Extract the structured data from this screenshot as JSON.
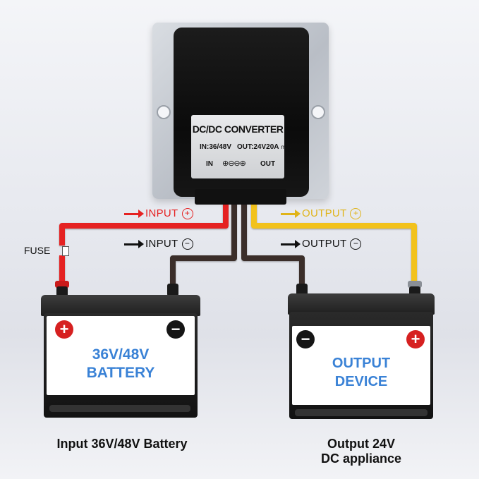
{
  "converter": {
    "title": "DC/DC CONVERTER",
    "in_spec": "IN:36/48V",
    "out_spec": "OUT:24V20A",
    "max": "max",
    "in": "IN",
    "terminals": "⊕⊖⊖⊕",
    "out": "OUT"
  },
  "labels": {
    "input_pos": "INPUT",
    "input_neg": "INPUT",
    "output_pos": "OUTPUT",
    "output_neg": "OUTPUT",
    "fuse": "FUSE"
  },
  "symbols": {
    "plus": "+",
    "minus": "−"
  },
  "input_battery": {
    "line1": "36V/48V",
    "line2": "BATTERY",
    "caption": "Input 36V/48V Battery"
  },
  "output_device": {
    "line1": "OUTPUT",
    "line2": "DEVICE",
    "caption_line1": "Output 24V",
    "caption_line2": "DC appliance"
  },
  "colors": {
    "positive_in": "#e52222",
    "positive_out": "#f2c21a",
    "negative": "#1a1a1a",
    "label_blue": "#3a82d6"
  }
}
